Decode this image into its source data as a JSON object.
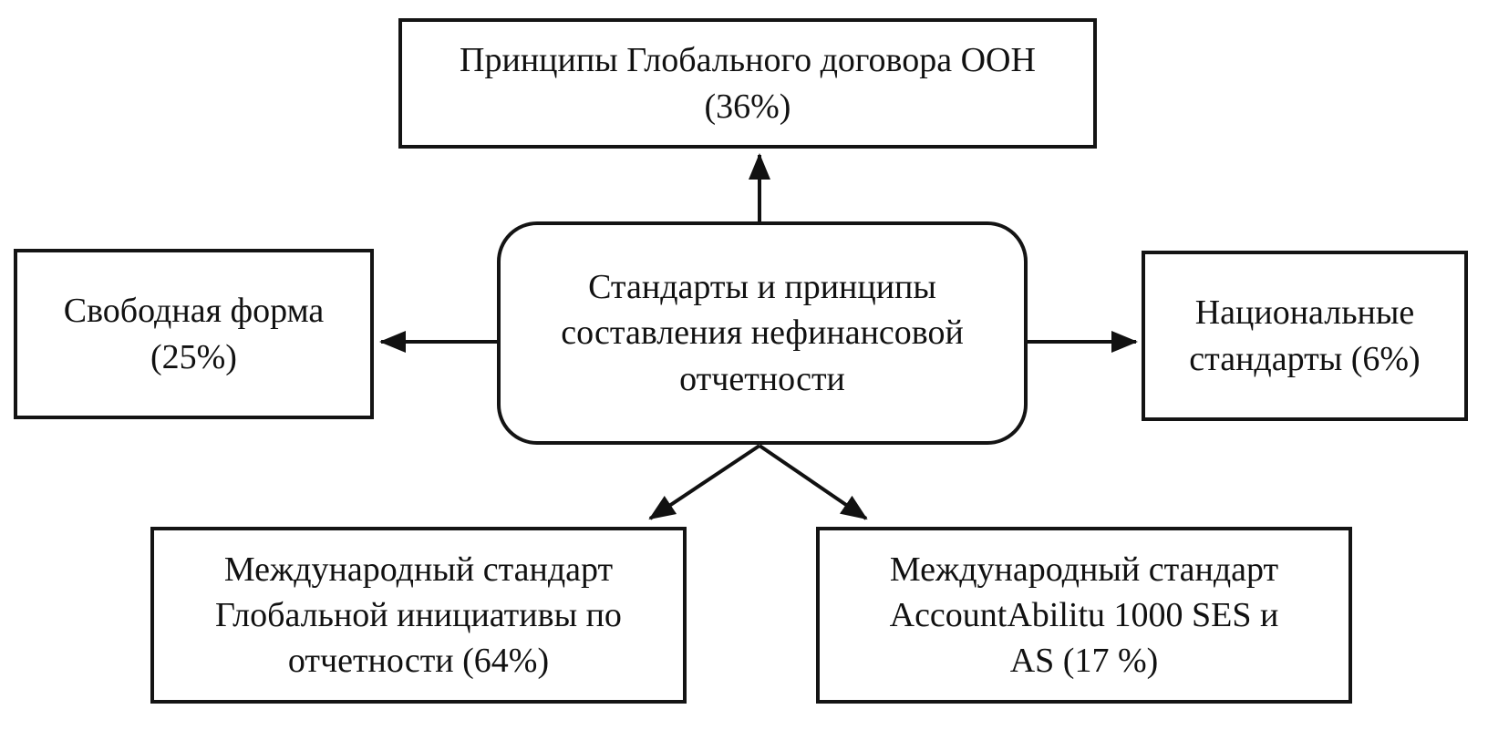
{
  "background_color": "#ffffff",
  "line_color": "#111111",
  "text_color": "#111111",
  "diagram": {
    "type": "radial-flowchart",
    "center": {
      "id": "center",
      "label": "Стандарты и принципы\nсоставления нефинансовой\nотчетности"
    },
    "nodes": {
      "top": {
        "id": "top",
        "label": "Принципы Глобального договора ООН\n(36%)",
        "percent": 36
      },
      "left": {
        "id": "left",
        "label": "Свободная форма\n(25%)",
        "percent": 25
      },
      "right": {
        "id": "right",
        "label": "Национальные\nстандарты (6%)",
        "percent": 6
      },
      "bottom_left": {
        "id": "bottom_left",
        "label": "Международный стандарт\nГлобальной инициативы по\nотчетности (64%)",
        "percent": 64
      },
      "bottom_right": {
        "id": "bottom_right",
        "label": "Международный стандарт\nAccountAbilitu 1000 SES и\nAS (17 %)",
        "percent": 17
      }
    },
    "edges": [
      {
        "from": "center",
        "to": "top"
      },
      {
        "from": "center",
        "to": "left"
      },
      {
        "from": "center",
        "to": "right"
      },
      {
        "from": "center",
        "to": "bottom_left"
      },
      {
        "from": "center",
        "to": "bottom_right"
      }
    ]
  }
}
